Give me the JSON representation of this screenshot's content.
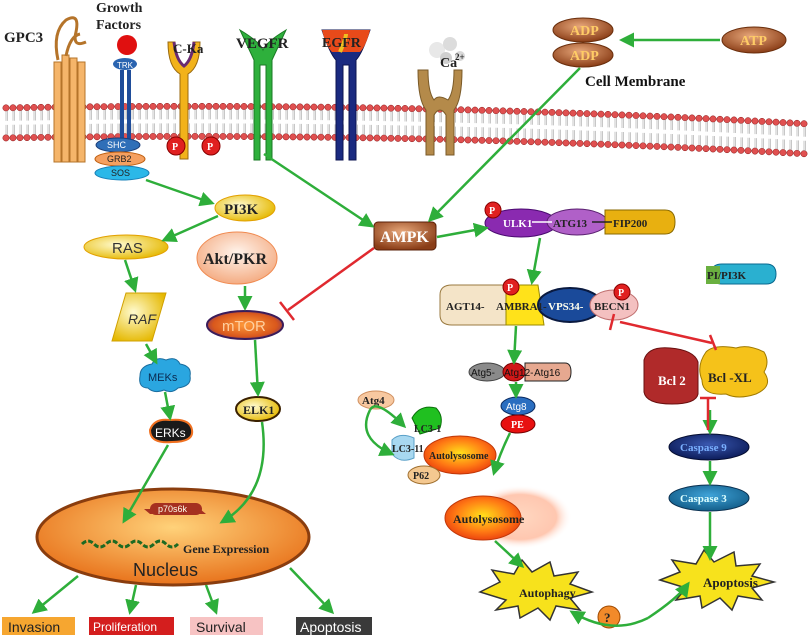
{
  "membrane": {
    "label": "Cell Membrane",
    "gpc3": "GPC3",
    "growth_factors_1": "Growth",
    "growth_factors_2": "Factors",
    "trk": "TRK",
    "ckit": "C-Ka",
    "vegfr": "VEGFR",
    "egfr": "EGFR",
    "calcium": "Ca",
    "calcium_sup": "2+",
    "adp1": "ADP",
    "adp2": "ADP",
    "atp": "ATP",
    "phospho": "P"
  },
  "adaptors": {
    "shc": "SHC",
    "grb2": "GRB2",
    "sos": "SOS"
  },
  "left_pathway": {
    "pi3k": "PI3K",
    "ras": "RAS",
    "raf": "RAF",
    "meks": "MEKs",
    "erks": "ERKs",
    "akt": "Akt/PKR",
    "mtor": "mTOR",
    "elk1": "ELK1"
  },
  "ampk": "AMPK",
  "nucleus": {
    "p70s6k": "p70s6k",
    "gene_expression": "Gene Expression",
    "label": "Nucleus"
  },
  "outcomes": {
    "invasion": "Invasion",
    "proliferation": "Proliferation",
    "survival": "Survival",
    "apoptosis": "Apoptosis"
  },
  "autophagy": {
    "ulk1": "ULK1",
    "atg13": "ATG13",
    "fip200": "FIP200",
    "agt14": "AGT14-",
    "ambra1": "AMBRA1-",
    "vps34": "VPS34-",
    "becn1": "BECN1",
    "atg5": "Atg5-",
    "atg12": "Atg12-",
    "atg16": "Atg16",
    "atg8": "Atg8",
    "pe": "PE",
    "atg4": "Atg4",
    "lc3_1": "LC3-1",
    "lc3_11": "LC3-11",
    "autolysosome_small": "Autolysosome",
    "p62": "P62",
    "autolysosome": "Autolysosome",
    "autophagy_label": "Autophagy",
    "question": "?"
  },
  "apoptosis_pathway": {
    "pi_pi3k": "PI/PI3K",
    "bcl2": "Bcl 2",
    "bclxl": "Bcl -XL",
    "caspase9": "Caspase 9",
    "caspase3": "Caspase 3",
    "apoptosis_label": "Apoptosis"
  },
  "colors": {
    "activation_arrow": "#2eae3a",
    "inhibition": "#e0292f",
    "membrane_head": "#e05050",
    "nucleus": "#f08a2c"
  }
}
